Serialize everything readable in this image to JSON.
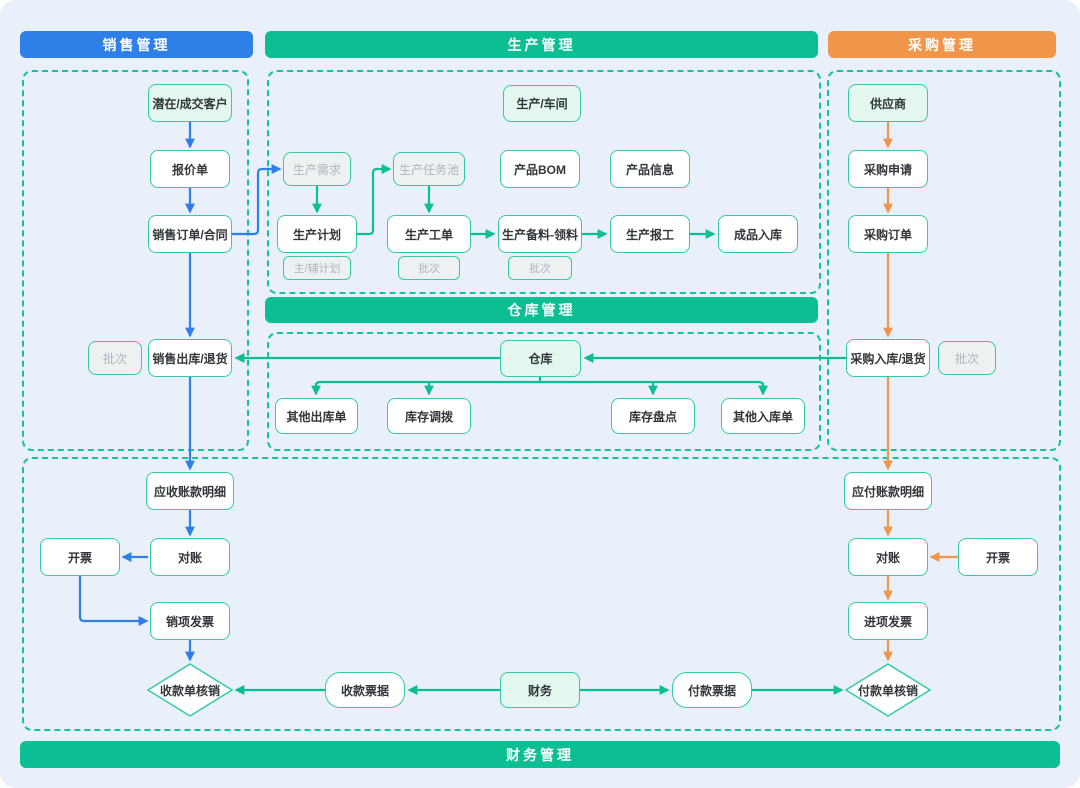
{
  "headers": {
    "sales": "销售管理",
    "production": "生产管理",
    "purchase": "采购管理",
    "warehouse": "仓库管理",
    "finance": "财务管理"
  },
  "nodes": {
    "customer": "潜在/成交客户",
    "quote": "报价单",
    "sales_order": "销售订单/合同",
    "sales_batch": "批次",
    "sales_out": "销售出库/退货",
    "ar_detail": "应收账款明细",
    "invoice_left": "开票",
    "recon_left": "对账",
    "sales_invoice": "销项发票",
    "receipt_verify": "收款单核销",
    "receipt_bill": "收款票据",
    "finance": "财务",
    "payment_bill": "付款票据",
    "payment_verify": "付款单核销",
    "input_invoice": "进项发票",
    "recon_right": "对账",
    "invoice_right": "开票",
    "ap_detail": "应付账款明细",
    "purchase_in": "采购入库/退货",
    "purchase_batch": "批次",
    "purchase_order": "采购订单",
    "purchase_request": "采购申请",
    "supplier": "供应商",
    "workshop": "生产/车间",
    "prod_demand": "生产需求",
    "prod_plan": "生产计划",
    "plan_tag": "主/辅计划",
    "task_pool": "生产任务池",
    "work_order": "生产工单",
    "work_order_batch": "批次",
    "bom": "产品BOM",
    "product_info": "产品信息",
    "material": "生产备料-领料",
    "material_batch": "批次",
    "report": "生产报工",
    "finished_in": "成品入库",
    "warehouse": "仓库",
    "other_out": "其他出库单",
    "transfer": "库存调拨",
    "stocktake": "库存盘点",
    "other_in": "其他入库单"
  },
  "colors": {
    "sales_accent": "#2E7FE6",
    "production_accent": "#0CBF93",
    "purchase_accent": "#F0964B",
    "node_border": "#35CBA2",
    "node_green_bg": "#E3F7EF",
    "tag_bg": "#EEF1F2",
    "tag_text": "#AEB6BD",
    "canvas_bg": "#E9F0F9"
  }
}
